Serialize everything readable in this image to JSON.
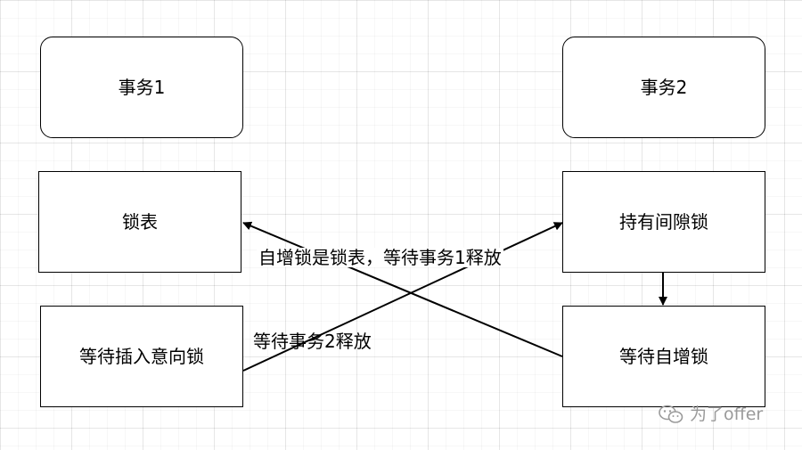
{
  "nodes": {
    "transaction_1": "事务1",
    "transaction_2": "事务2",
    "lock_table": "锁表",
    "hold_gap_lock": "持有间隙锁",
    "wait_insert_intention_lock": "等待插入意向锁",
    "wait_auto_inc_lock": "等待自增锁"
  },
  "edges": {
    "auto_inc_label": "自增锁是锁表，等待事务1释放",
    "wait_tx2_label": "等待事务2释放"
  },
  "watermark": {
    "text": "为了offer",
    "icon": "wechat-icon"
  },
  "colors": {
    "stroke": "#000000",
    "watermark": "#9a9a9a"
  }
}
